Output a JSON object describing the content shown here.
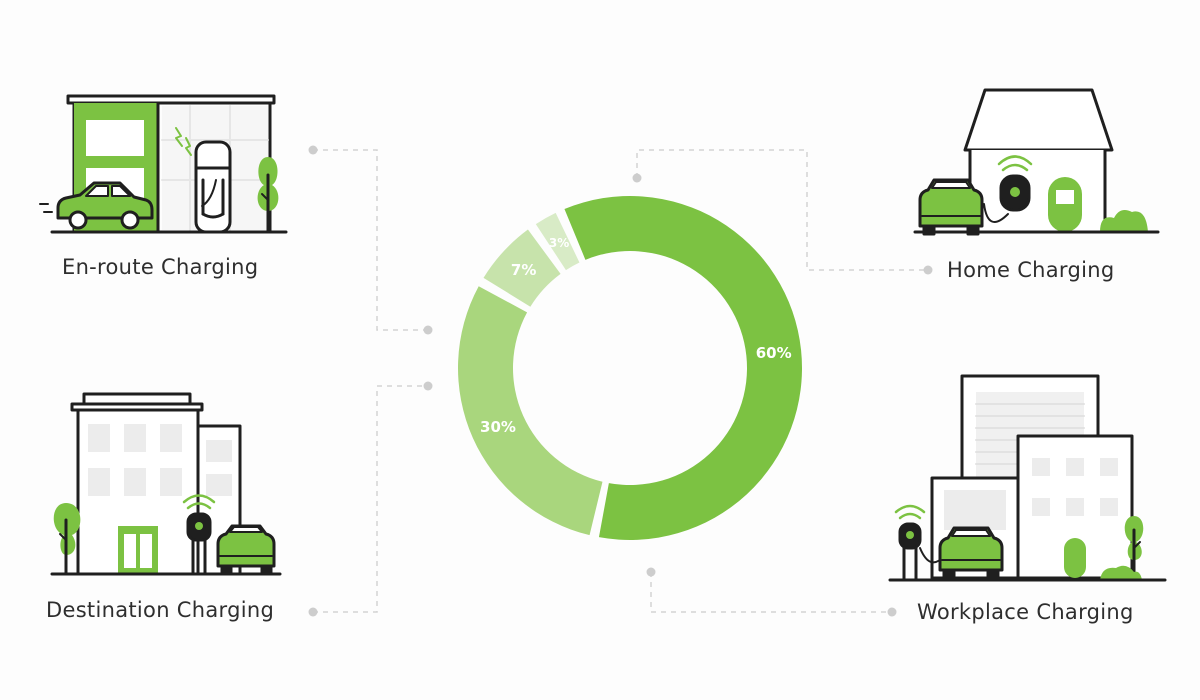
{
  "colors": {
    "green": "#7cc242",
    "green_mid": "#a9d67d",
    "green_light": "#c7e3ab",
    "green_pale": "#d8ebc6",
    "line": "#1f1f1f",
    "window": "#ececec",
    "connector": "#cfcfcf"
  },
  "labels": {
    "enroute": "En-route Charging",
    "destination": "Destination Charging",
    "home": "Home Charging",
    "workplace": "Workplace Charging"
  },
  "chart_data": {
    "type": "pie",
    "donut": true,
    "slices": [
      {
        "category": "Home Charging",
        "value": 60,
        "label": "60%",
        "color": "#7cc242"
      },
      {
        "category": "Workplace Charging",
        "value": 30,
        "label": "30%",
        "color": "#a9d67d"
      },
      {
        "category": "Destination Charging",
        "value": 7,
        "label": "7%",
        "color": "#c7e3ab"
      },
      {
        "category": "En-route Charging",
        "value": 3,
        "label": "3%",
        "color": "#d8ebc6"
      }
    ]
  },
  "icons": [
    "fast-charger-station-icon",
    "house-charger-icon",
    "city-building-charger-icon",
    "office-building-charger-icon",
    "car-icon",
    "tree-icon",
    "wifi-signal-icon",
    "lightning-icon"
  ]
}
